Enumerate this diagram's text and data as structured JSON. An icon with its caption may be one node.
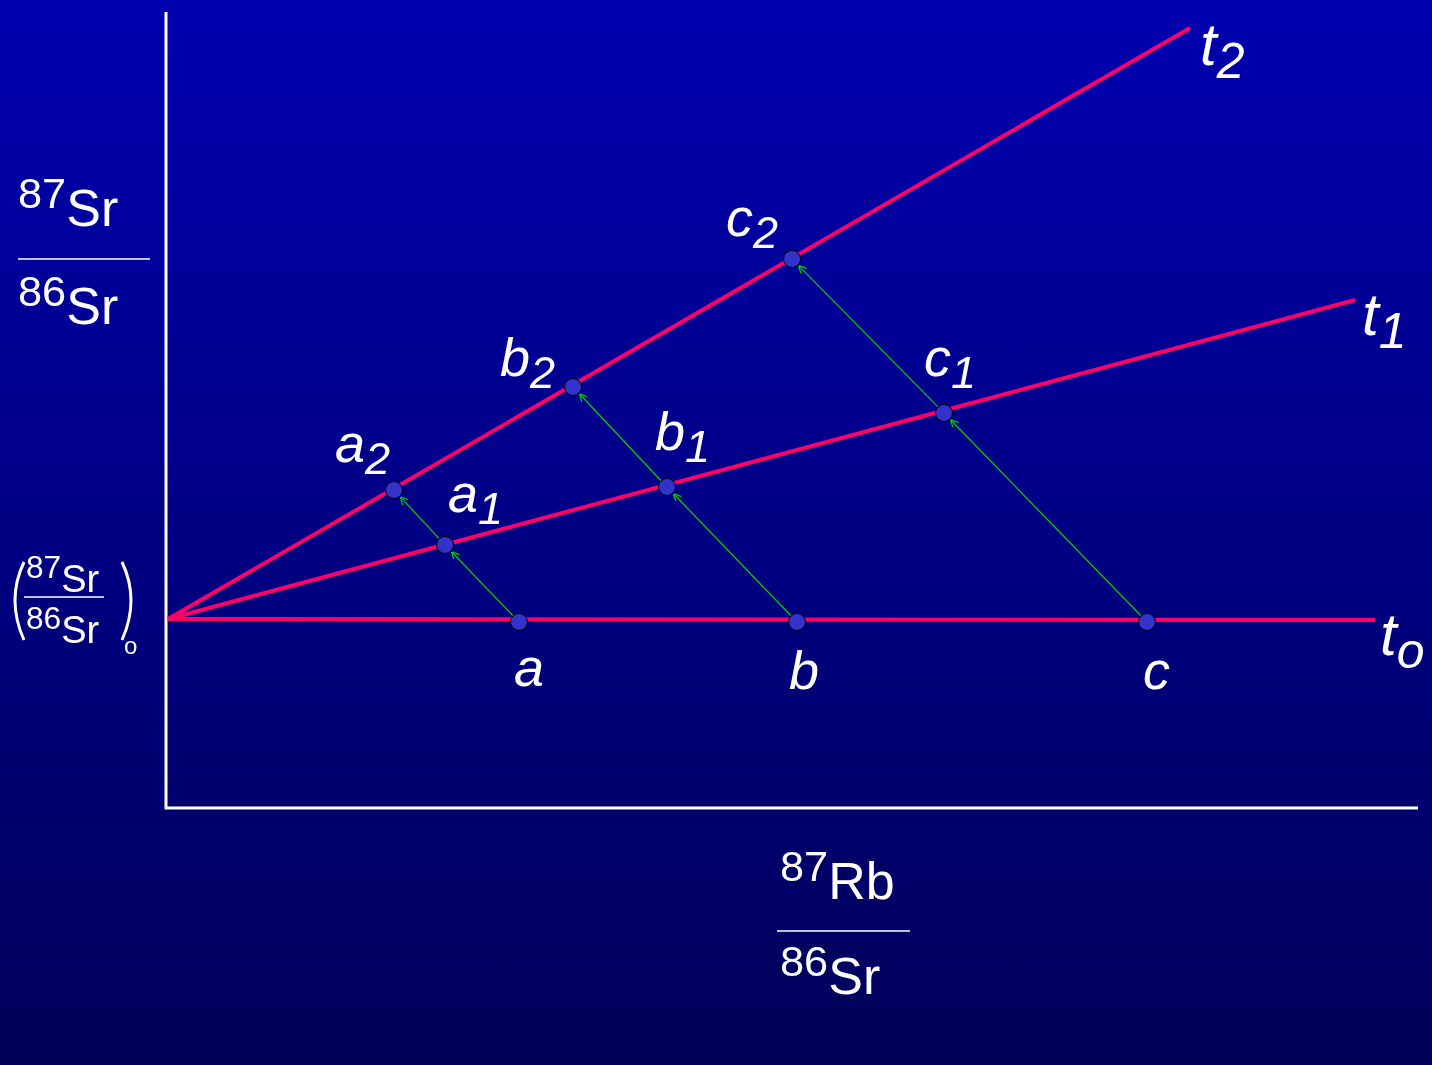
{
  "diagram": {
    "nodes": [
      {
        "text": [],
        "shape": "circle",
        "beside": [
          "a"
        ]
      },
      {
        "text": [],
        "shape": "circle",
        "beside": [
          "b"
        ]
      },
      {
        "text": [],
        "shape": "circle",
        "beside": [
          "c"
        ]
      },
      {
        "text": [],
        "shape": "circle",
        "beside": [
          "a$_{1}$"
        ]
      },
      {
        "text": [],
        "shape": "circle",
        "beside": [
          "b$_{1}$"
        ]
      },
      {
        "text": [],
        "shape": "circle",
        "beside": [
          "c$_{1}$"
        ]
      },
      {
        "text": [],
        "shape": "circle",
        "beside": [
          "a$_{2}$"
        ]
      },
      {
        "text": [],
        "shape": "circle",
        "beside": [
          "b$_{2}$"
        ]
      },
      {
        "text": [],
        "shape": "circle",
        "beside": [
          "c$_{2}$"
        ]
      }
    ],
    "edges": [
      {
        "from": 0,
        "to": 3,
        "arrow": "to"
      },
      {
        "from": 3,
        "to": 6,
        "arrow": "to"
      },
      {
        "from": 1,
        "to": 4,
        "arrow": "to"
      },
      {
        "from": 4,
        "to": 7,
        "arrow": "to"
      },
      {
        "from": 2,
        "to": 5,
        "arrow": "to"
      },
      {
        "from": 5,
        "to": 8,
        "arrow": "to"
      }
    ],
    "labels": [
      "$^{87}$Sr",
      "$^{86}$Sr",
      "$^{87}$Sr",
      "$^{86}$Sr",
      "o",
      "t$_{2}$",
      "t$_{1}$",
      "t$_{o}$",
      "$^{87}$Rb",
      "$^{86}$Sr"
    ]
  }
}
